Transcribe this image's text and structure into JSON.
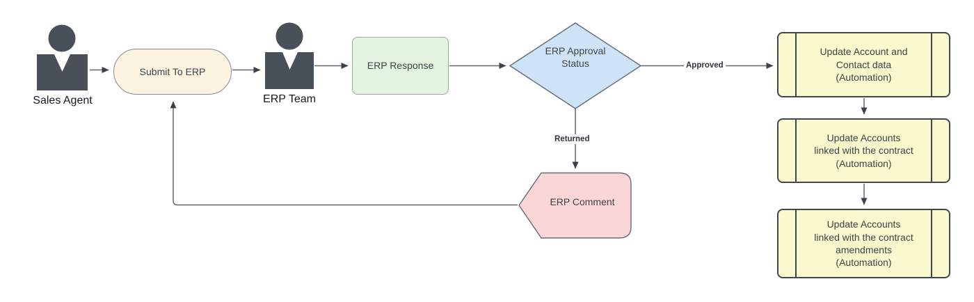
{
  "actors": {
    "sales_agent": {
      "label": "Sales Agent"
    },
    "erp_team": {
      "label": "ERP Team"
    }
  },
  "nodes": {
    "submit_to_erp": {
      "label": "Submit To ERP",
      "fill": "#fdf3e1",
      "type": "terminator"
    },
    "erp_response": {
      "label": "ERP Response",
      "fill": "#e3f5e1",
      "type": "process"
    },
    "erp_approval_status": {
      "label": "ERP Approval\nStatus",
      "fill": "#cfe3f8",
      "type": "decision"
    },
    "erp_comment": {
      "label": "ERP Comment",
      "fill": "#fbd6d6",
      "type": "display"
    },
    "update_account_contact": {
      "label": "Update Account and\nContact data\n(Automation)",
      "fill": "#faf8cd",
      "type": "predefined-process"
    },
    "update_accounts_contract": {
      "label": "Update Accounts\nlinked with the contract\n(Automation)",
      "fill": "#faf8cd",
      "type": "predefined-process"
    },
    "update_accounts_amendments": {
      "label": "Update Accounts\nlinked with the contract\namendments\n(Automation)",
      "fill": "#faf8cd",
      "type": "predefined-process"
    }
  },
  "edges": {
    "approved": {
      "label": "Approved"
    },
    "returned": {
      "label": "Returned"
    }
  },
  "colors": {
    "person_icon": "#49505a",
    "connector_line": "#60666e",
    "arrowhead": "#3a4149",
    "node_text": "#3d434b",
    "decision_border": "#5d6b7a",
    "predefined_border": "#3f464e"
  }
}
